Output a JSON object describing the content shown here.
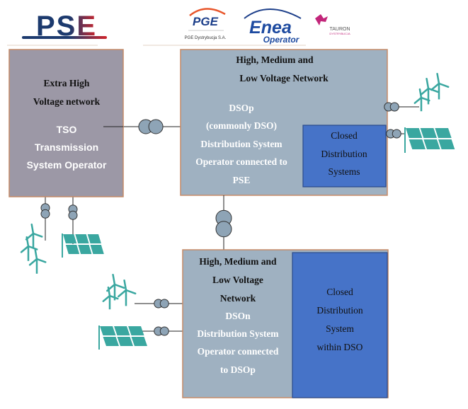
{
  "logos": {
    "pse": "PSE",
    "pge": "PGE",
    "pge_sub": "PGE Dystrybucja S.A.",
    "enea": "Enea",
    "enea_sub": "Operator",
    "tauron": "TAURON",
    "tauron_sub": "DYSTRYBUCJA"
  },
  "tso": {
    "header": [
      "Extra High",
      "Voltage network"
    ],
    "body": [
      "TSO",
      "Transmission",
      "System Operator"
    ]
  },
  "dsop": {
    "header": [
      "High, Medium and",
      "Low Voltage Network"
    ],
    "body": [
      "DSOp",
      "(commonly DSO)",
      "Distribution System",
      "Operator connected to",
      "PSE"
    ],
    "closed": [
      "Closed",
      "Distribution",
      "Systems"
    ]
  },
  "dson": {
    "header": [
      "High, Medium and",
      "Low Voltage",
      "Network"
    ],
    "body": [
      "DSOn",
      "Distribution System",
      "Operator connected",
      "to DSOp"
    ],
    "closed": [
      "Closed",
      "Distribution",
      "System",
      "within DSO"
    ]
  },
  "colors": {
    "tso_fill": "#9c98a6",
    "dso_fill": "#9fb1c1",
    "closed_fill": "#4673c8",
    "box_border": "#c58b68",
    "renewables": "#3aa7a0",
    "transformer": "#8ea4b6"
  }
}
